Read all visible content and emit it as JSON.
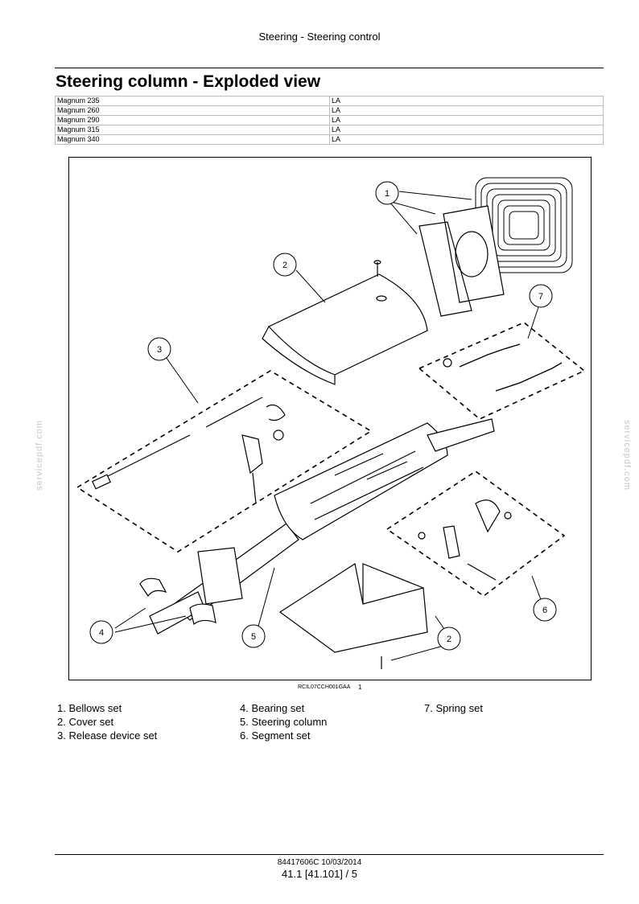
{
  "header": {
    "section": "Steering - Steering control"
  },
  "title": "Steering column - Exploded view",
  "models": [
    {
      "model": "Magnum 235",
      "code": "LA"
    },
    {
      "model": "Magnum 260",
      "code": "LA"
    },
    {
      "model": "Magnum 290",
      "code": "LA"
    },
    {
      "model": "Magnum 315",
      "code": "LA"
    },
    {
      "model": "Magnum 340",
      "code": "LA"
    }
  ],
  "figure": {
    "id": "RCIL07CCH001GAA",
    "number": "1",
    "callouts": [
      "1",
      "2",
      "3",
      "7",
      "4",
      "5",
      "6",
      "2"
    ]
  },
  "legend": {
    "col1": [
      "1.  Bellows set",
      "2.  Cover set",
      "3.  Release device set"
    ],
    "col2": [
      "4.  Bearing set",
      "5.  Steering column",
      "6.  Segment set"
    ],
    "col3": [
      "7.  Spring set"
    ]
  },
  "watermark": "servicepdf.com",
  "footer": {
    "doc_id": "84417606C 10/03/2014",
    "page": "41.1 [41.101] / 5"
  }
}
